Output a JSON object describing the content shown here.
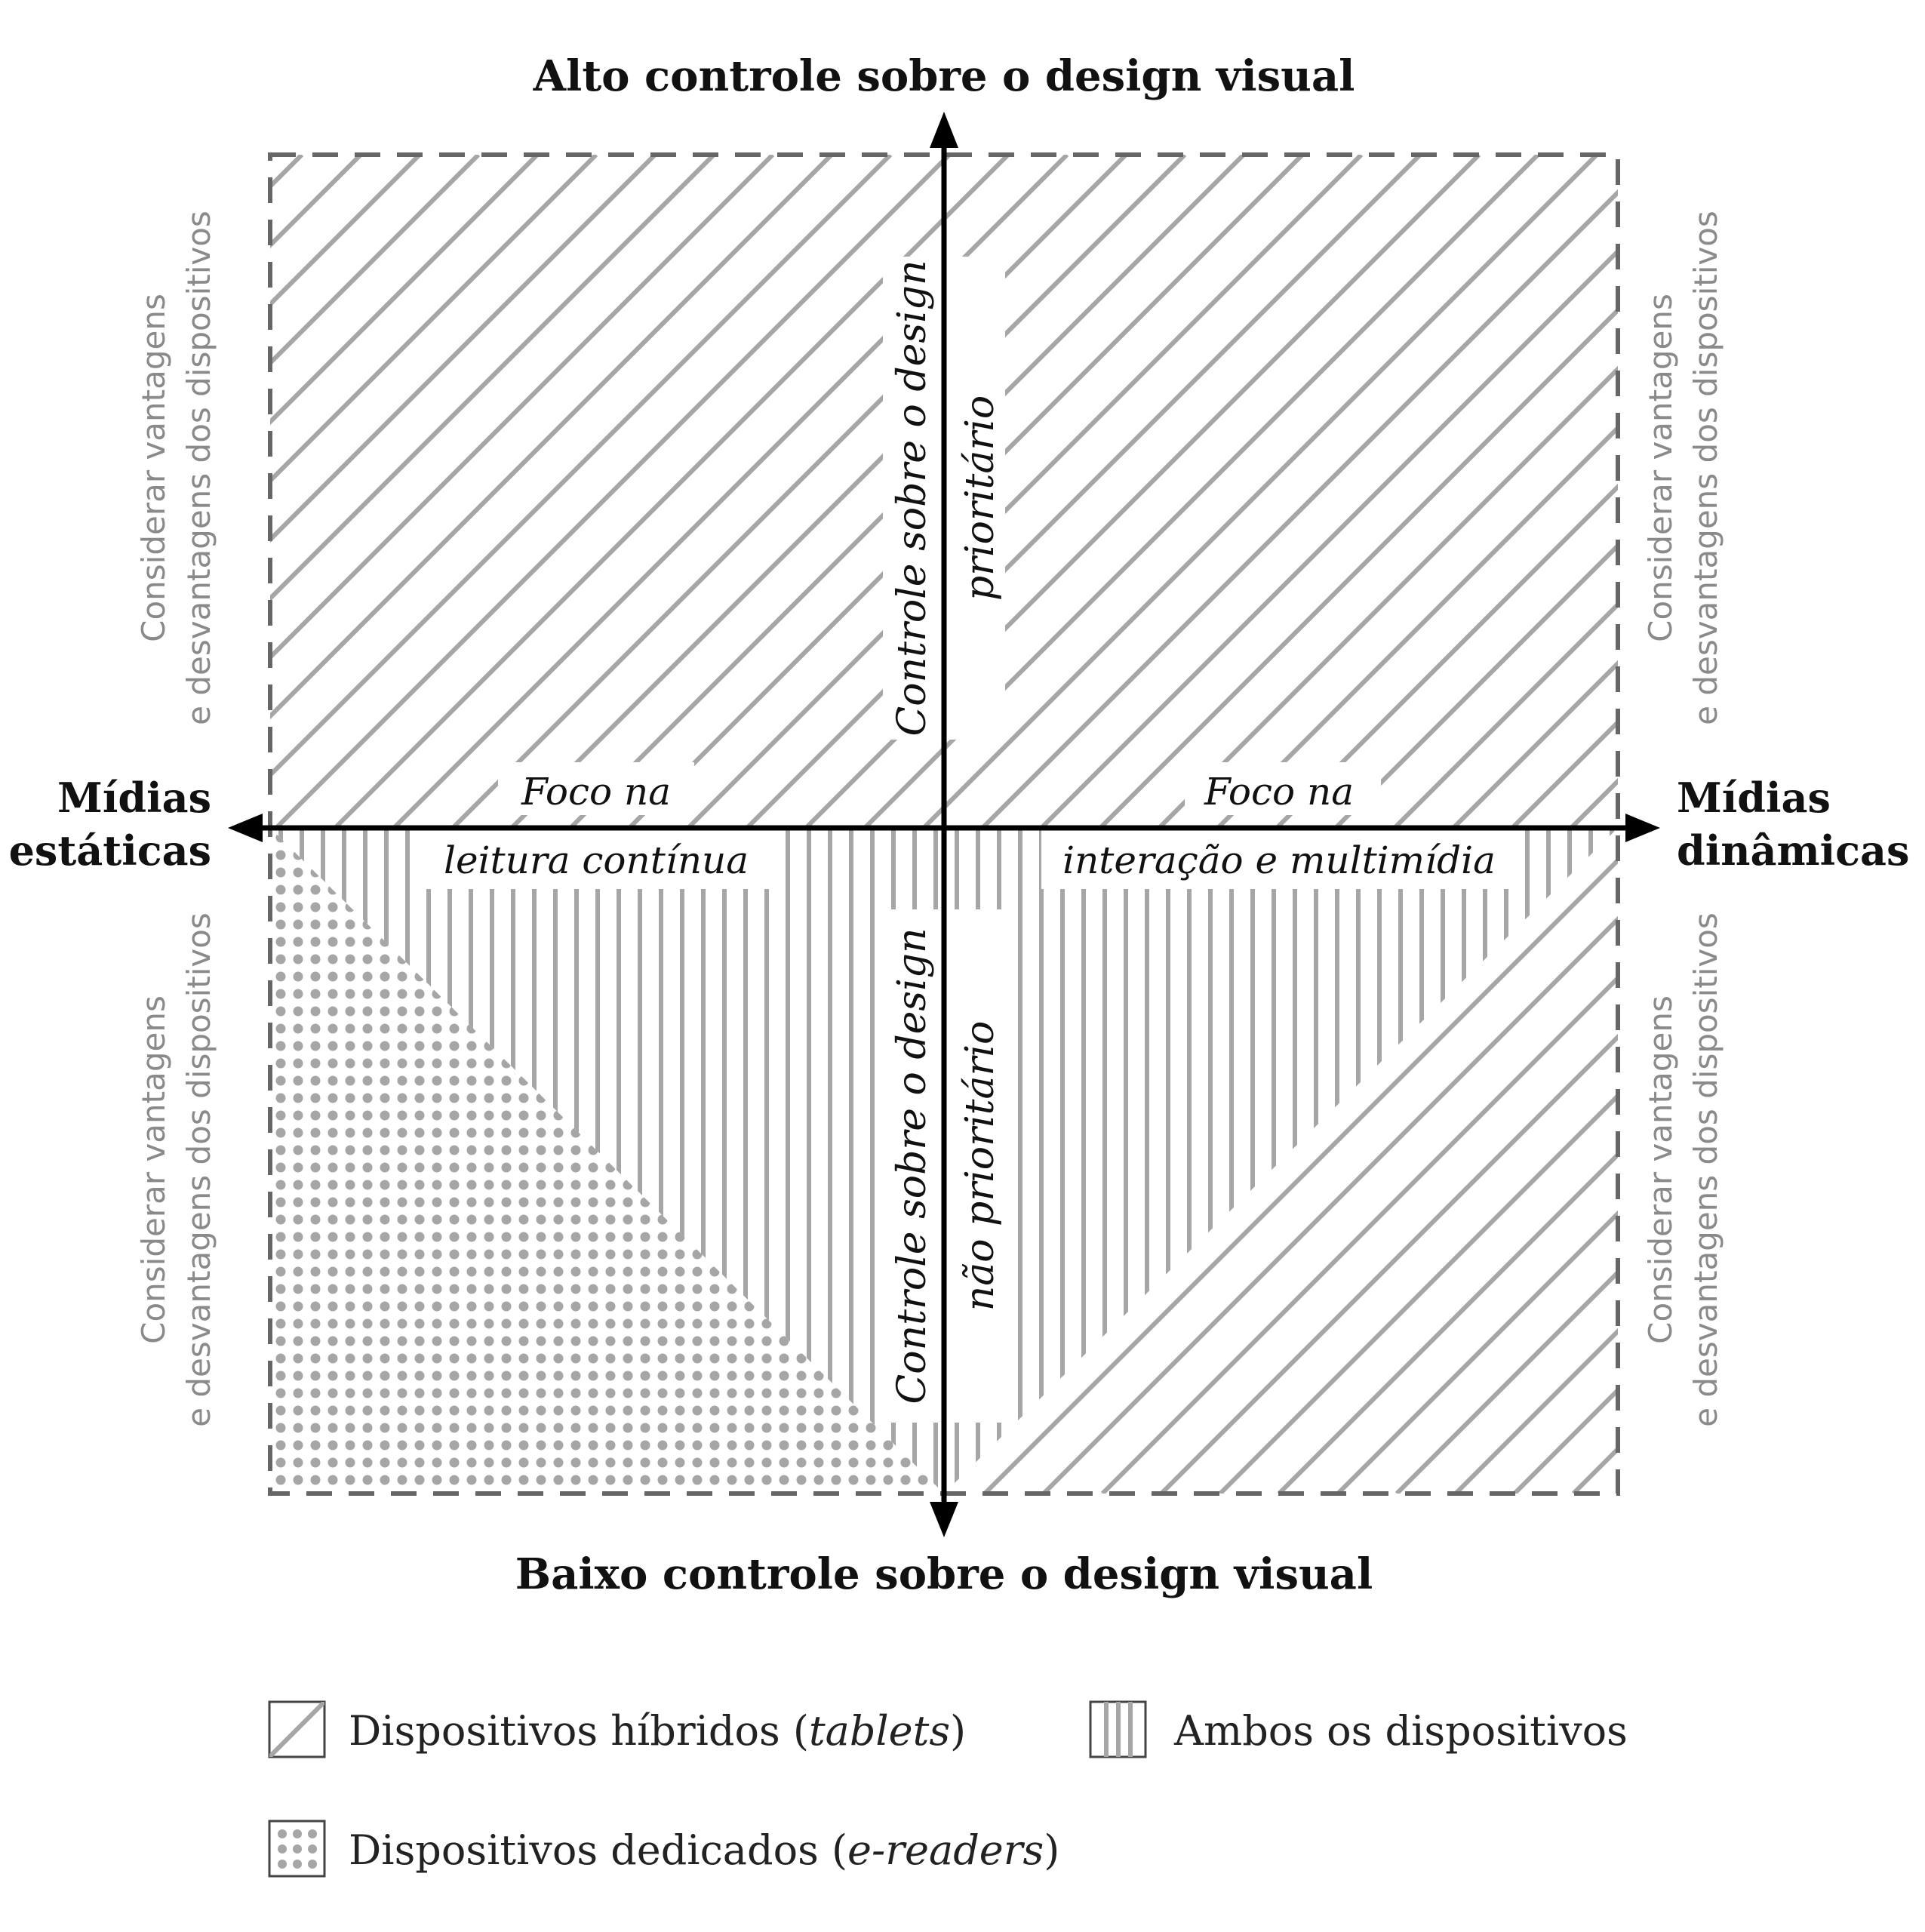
{
  "axes": {
    "top": "Alto controle sobre o design visual",
    "bottom": "Baixo controle sobre o design visual",
    "left_line1": "Mídias",
    "left_line2": "estáticas",
    "right_line1": "Mídias",
    "right_line2": "dinâmicas"
  },
  "center": {
    "upper_line1": "Controle sobre o design",
    "upper_line2": "prioritário",
    "lower_line1": "Controle sobre o design",
    "lower_line2": "não prioritário",
    "left_line1": "Foco na",
    "left_line2": "leitura contínua",
    "right_line1": "Foco na",
    "right_line2": "interação e multimídia"
  },
  "side_notes": {
    "line1": "Considerar vantagens",
    "line2": "e desvantagens dos dispositivos"
  },
  "legend": {
    "hybrid_prefix": "Dispositivos híbridos (",
    "hybrid_em": "tablets",
    "hybrid_suffix": ")",
    "both": "Ambos os dispositivos",
    "dedicated_prefix": "Dispositivos dedicados (",
    "dedicated_em": "e-readers",
    "dedicated_suffix": ")"
  },
  "colors": {
    "pattern_gray": "#a6a6a6",
    "frame_gray": "#666666",
    "axis_black": "#000000",
    "side_text_gray": "#8a8a8a"
  },
  "icons": {
    "arrow": "triangle-arrowhead",
    "hybrid_swatch": "diagonal-hatch",
    "both_swatch": "vertical-hatch",
    "dedicated_swatch": "dot-grid"
  }
}
